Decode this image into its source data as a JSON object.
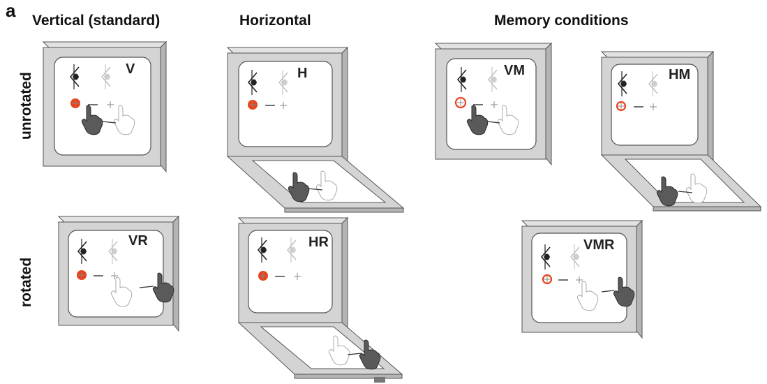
{
  "panel_letter": "a",
  "headers": {
    "vertical": "Vertical (standard)",
    "horizontal": "Horizontal",
    "memory": "Memory conditions"
  },
  "row_labels": {
    "unrotated": "unrotated",
    "rotated": "rotated"
  },
  "panels": {
    "V": "V",
    "H": "H",
    "VM": "VM",
    "HM": "HM",
    "VR": "VR",
    "HR": "HR",
    "VMR": "VMR"
  },
  "colors": {
    "frame_face": "#d4d4d4",
    "frame_side": "#b4b4b4",
    "frame_edge": "#555555",
    "target": "#e8431c",
    "hand_active": "#5a5a5a"
  },
  "icons": [
    "eye-icon",
    "crosshair-icon",
    "target-dot-icon",
    "hand-icon",
    "arrow-icon"
  ]
}
